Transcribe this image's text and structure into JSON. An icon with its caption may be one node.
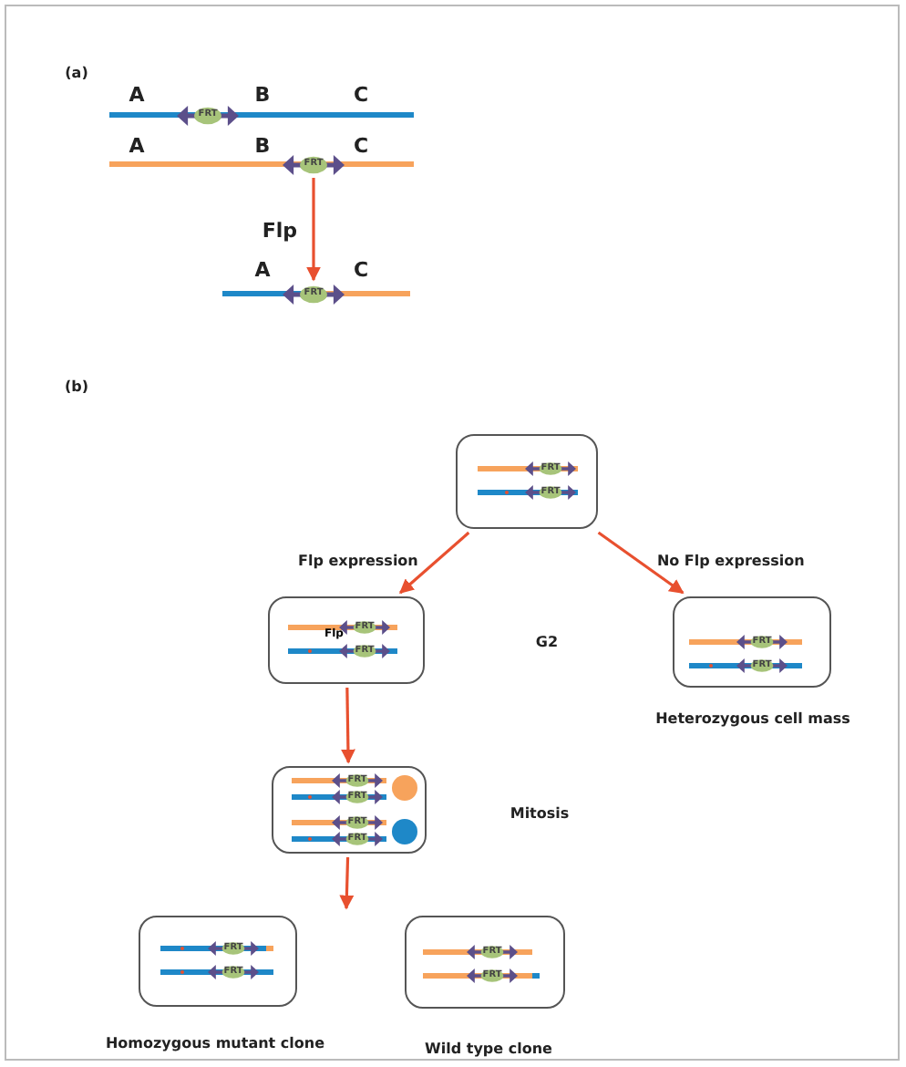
{
  "diagram": {
    "nodes": [
      {
        "text": [
          "FRT"
        ]
      },
      {
        "text": [
          "FRT"
        ]
      },
      {
        "text": [
          "FRT"
        ]
      },
      {
        "text": [],
        "shape": "box"
      },
      {
        "text": [
          "FRT"
        ],
        "in": 3
      },
      {
        "text": [
          "FRT"
        ],
        "in": 3
      },
      {
        "text": [
          "Flp"
        ]
      },
      {
        "text": [
          "FRT"
        ],
        "in": 6
      },
      {
        "text": [
          "FRT"
        ],
        "in": 6
      },
      {
        "text": [],
        "shape": "box",
        "beside": [
          "Heterozygous cell mass"
        ]
      },
      {
        "text": [
          "FRT"
        ],
        "in": 9
      },
      {
        "text": [
          "FRT"
        ],
        "in": 9
      },
      {
        "text": [],
        "shape": "box"
      },
      {
        "text": [
          "FRT"
        ],
        "in": 12
      },
      {
        "text": [
          "FRT"
        ],
        "in": 12
      },
      {
        "text": [
          "FRT"
        ],
        "in": 12
      },
      {
        "text": [
          "FRT"
        ],
        "in": 12
      },
      {
        "text": [],
        "shape": "box",
        "beside": [
          "Homozygous mutant clone"
        ]
      },
      {
        "text": [
          "FRT"
        ],
        "in": 17
      },
      {
        "text": [
          "FRT"
        ],
        "in": 17
      },
      {
        "text": [],
        "shape": "box",
        "beside": [
          "Wild type clone"
        ]
      },
      {
        "text": [
          "FRT"
        ],
        "in": 20
      },
      {
        "text": [
          "FRT"
        ],
        "in": 20
      }
    ],
    "edges": [
      {
        "from": 1,
        "to": 2,
        "arrow": "to",
        "label": "Flp"
      },
      {
        "from": 3,
        "to": 6,
        "arrow": "to",
        "label": "Flp expression"
      },
      {
        "from": 3,
        "to": 9,
        "arrow": "to",
        "label": "No Flp expression"
      },
      {
        "from": 6,
        "to": 12,
        "arrow": "to"
      },
      {
        "from": 12,
        "to": null,
        "arrow": "to"
      }
    ],
    "labels": [
      "(a)",
      "A",
      "B",
      "C",
      "A",
      "B",
      "C",
      "A",
      "C",
      "(b)",
      "G2",
      "Mitosis"
    ]
  }
}
